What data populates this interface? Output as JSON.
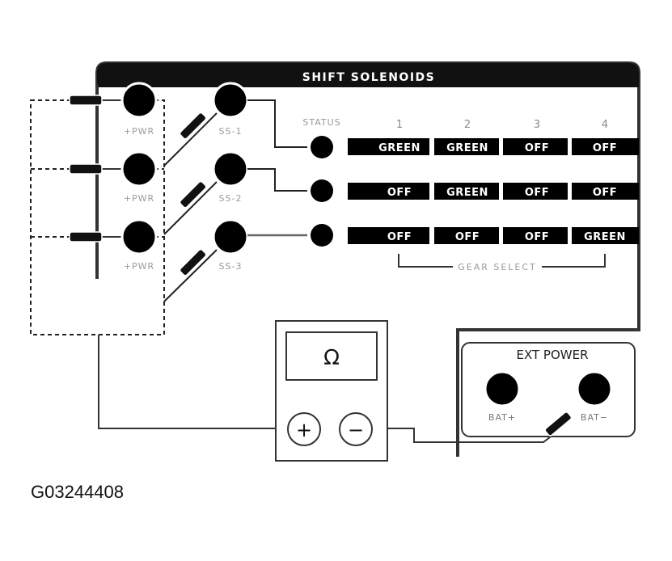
{
  "header": {
    "title": "SHIFT SOLENOIDS"
  },
  "left_connectors": [
    "+PWR",
    "+PWR",
    "+PWR"
  ],
  "solenoids": [
    "SS-1",
    "SS-2",
    "SS-3"
  ],
  "status_label": "STATUS",
  "columns": [
    "1",
    "2",
    "3",
    "4"
  ],
  "rows": [
    [
      "GREEN",
      "GREEN",
      "OFF",
      "OFF"
    ],
    [
      "OFF",
      "GREEN",
      "OFF",
      "OFF"
    ],
    [
      "OFF",
      "OFF",
      "OFF",
      "GREEN"
    ]
  ],
  "gear_select_label": "GEAR SELECT",
  "meter": {
    "symbol": "Ω",
    "plus": "+",
    "minus": "−"
  },
  "ext_power": {
    "title": "EXT POWER",
    "left_label": "BAT+",
    "right_label": "BAT−"
  },
  "figure_id": "G03244408"
}
